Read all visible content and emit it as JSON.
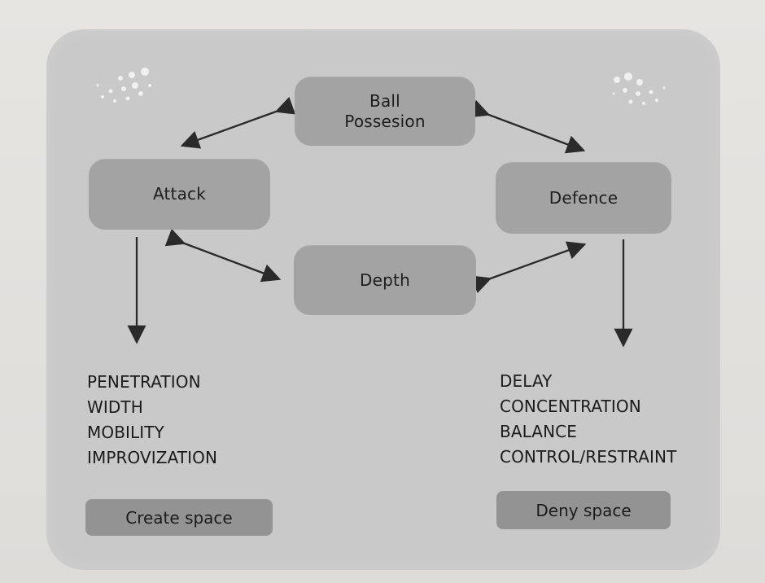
{
  "nodes": {
    "ball_possession": "Ball\nPossesion",
    "attack": "Attack",
    "defence": "Defence",
    "depth": "Depth"
  },
  "attack_principles": [
    "PENETRATION",
    "WIDTH",
    "MOBILITY",
    "IMPROVIZATION"
  ],
  "defence_principles": [
    "DELAY",
    "CONCENTRATION",
    "BALANCE",
    "CONTROL/RESTRAINT"
  ],
  "summary": {
    "attack": "Create space",
    "defence": "Deny space"
  },
  "colors": {
    "panel": "#c9c9c9",
    "node": "#a3a3a3",
    "summary_box": "#939393",
    "text": "#1d1d1d"
  }
}
